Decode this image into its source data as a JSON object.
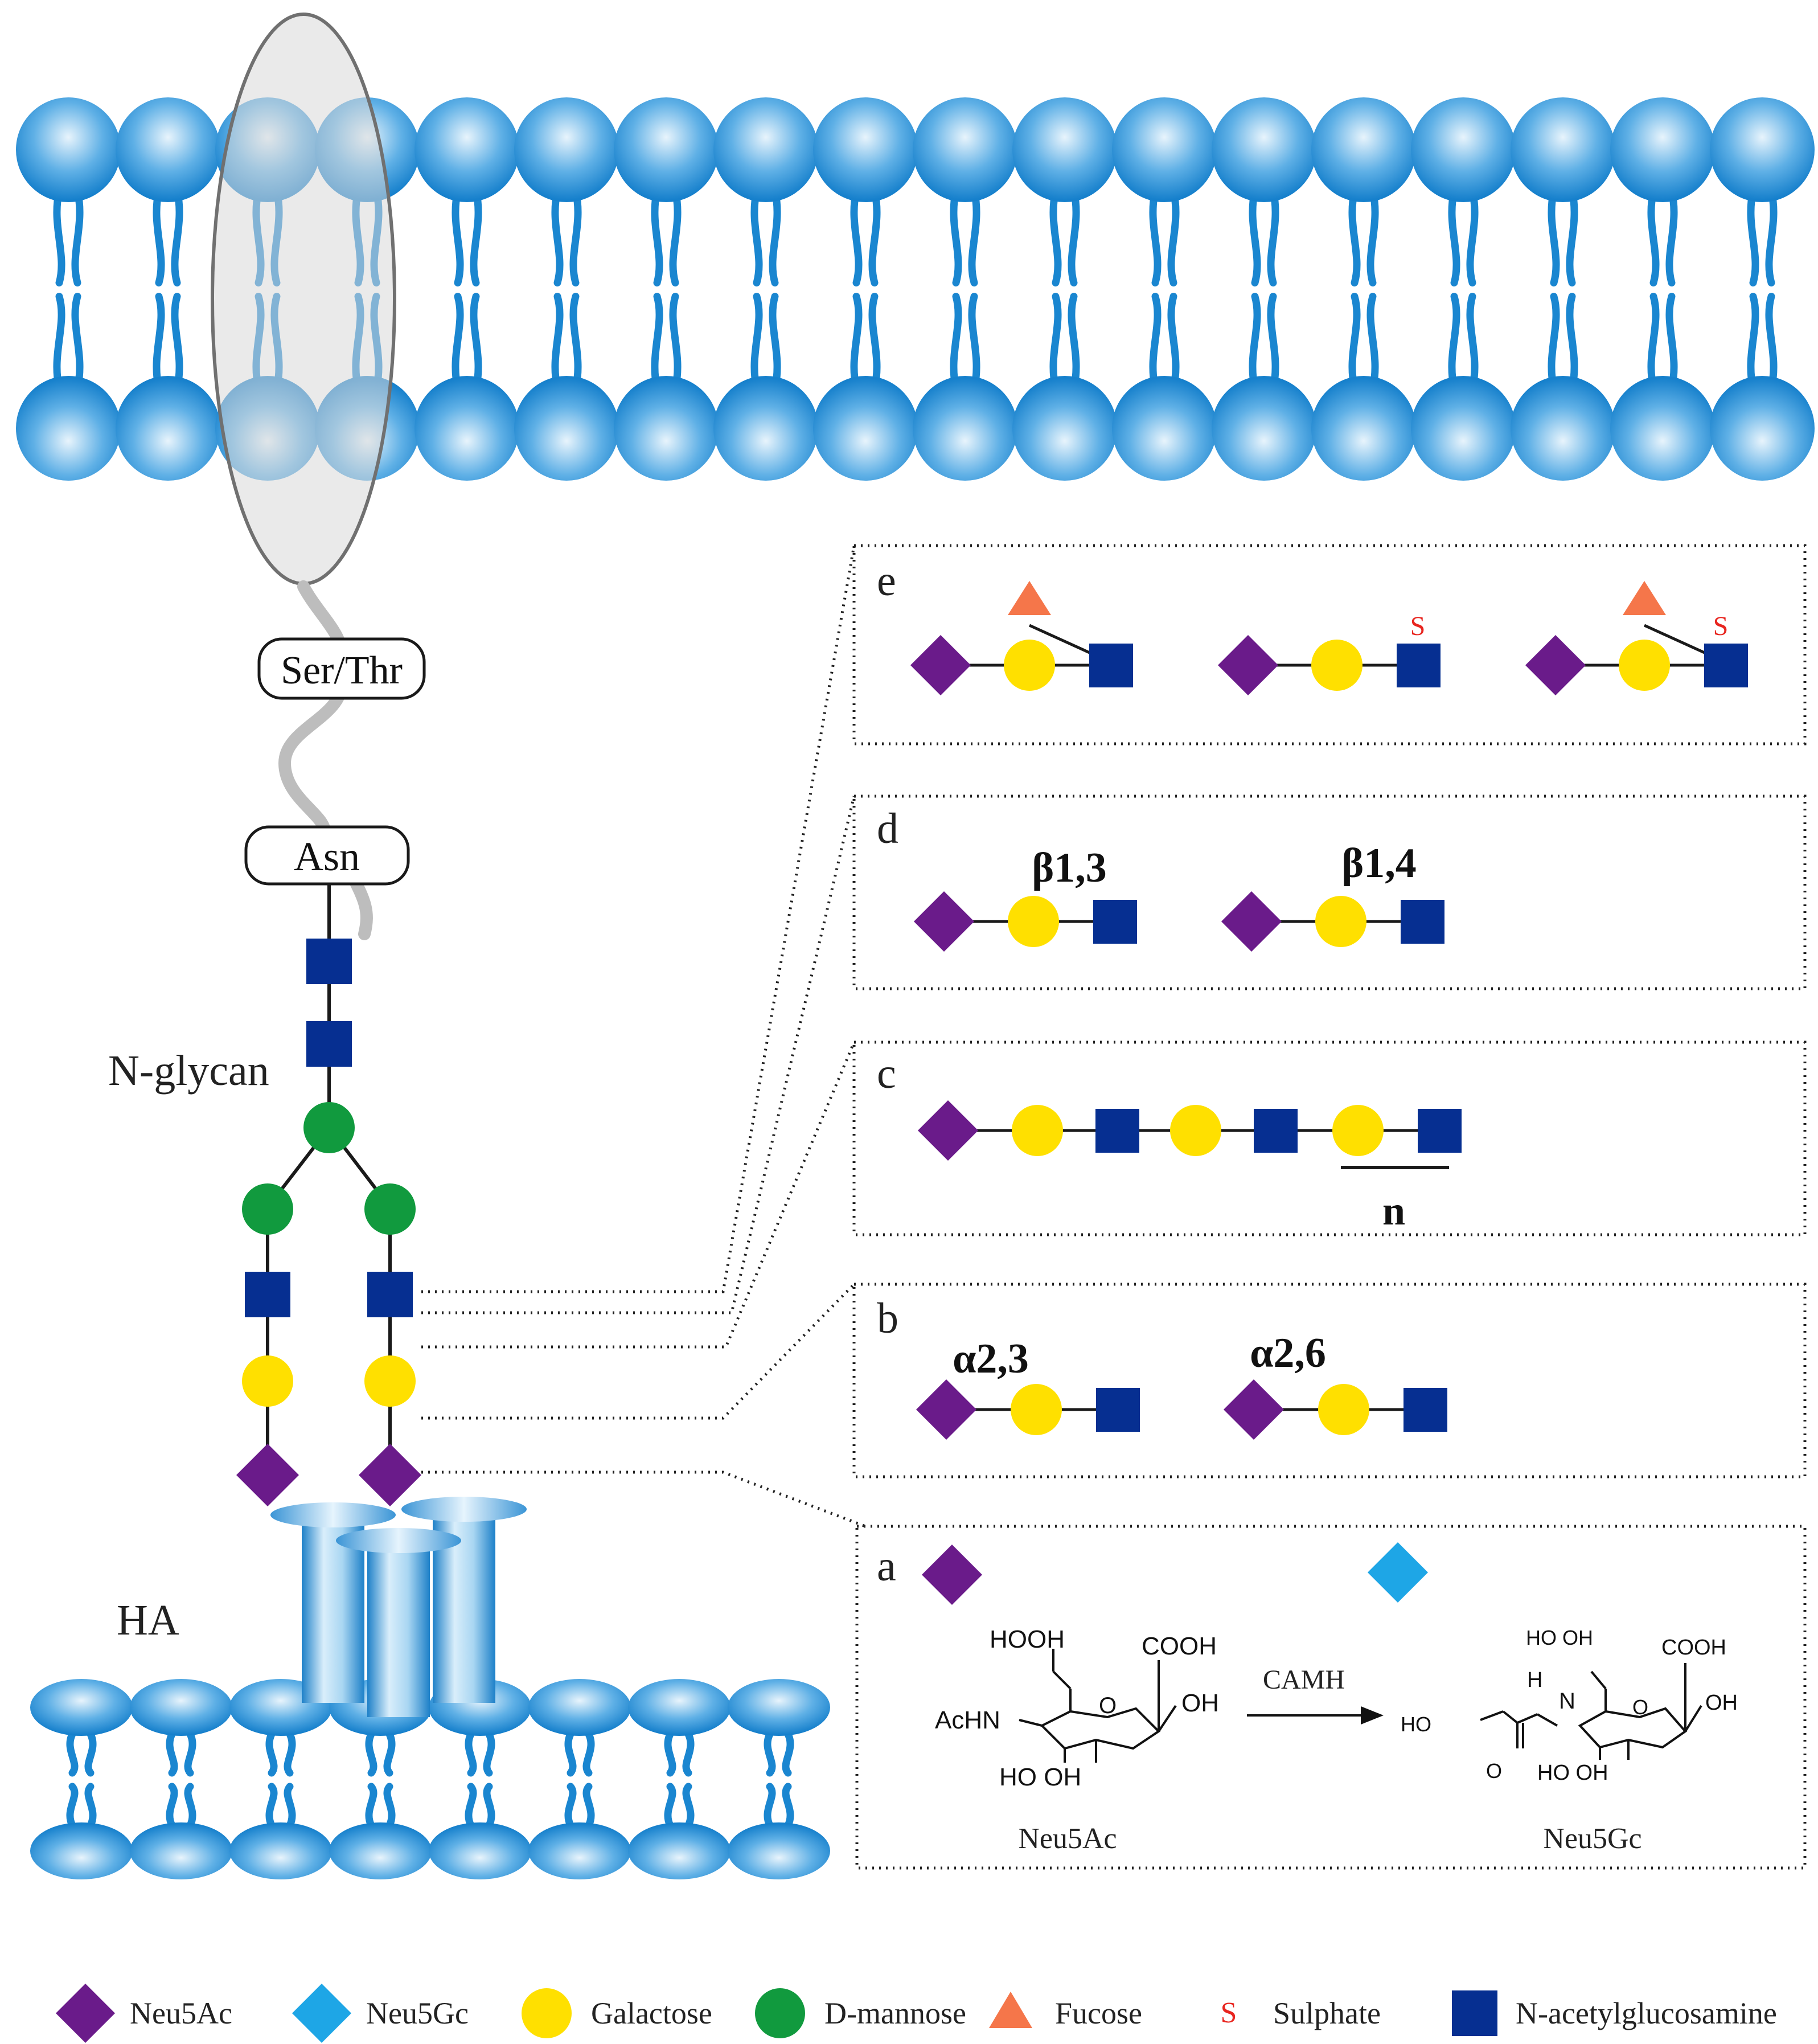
{
  "labels": {
    "ser_thr": "Ser/Thr",
    "asn": "Asn",
    "n_glycan": "N-glycan",
    "ha": "HA"
  },
  "panels": {
    "e": {
      "letter": "e",
      "sulphate_mark": "S"
    },
    "d": {
      "letter": "d",
      "linkage_1": "β1,3",
      "linkage_2": "β1,4"
    },
    "c": {
      "letter": "c",
      "repeat": "n"
    },
    "b": {
      "letter": "b",
      "linkage_1": "α2,3",
      "linkage_2": "α2,6"
    },
    "a": {
      "letter": "a",
      "left": {
        "name": "Neu5Ac",
        "hooh": "HOOH",
        "cooh": "COOH",
        "oh_right": "OH",
        "achn": "AcHN",
        "ring_o": "O",
        "ho_oh": "HO OH"
      },
      "enzyme": "CAMH",
      "right": {
        "name": "Neu5Gc",
        "ho_oh_top": "HO OH",
        "cooh": "COOH",
        "h": "H",
        "n": "N",
        "oh_right": "OH",
        "ho": "HO",
        "ho_oh_bottom": "HO OH",
        "o_carbonyl": "O",
        "ring_o": "O"
      }
    }
  },
  "legend": [
    {
      "shape": "diamond",
      "color": "#6a1b8a",
      "label": "Neu5Ac"
    },
    {
      "shape": "diamond",
      "color": "#1ea6e6",
      "label": "Neu5Gc"
    },
    {
      "shape": "circle",
      "color": "#ffe000",
      "label": "Galactose"
    },
    {
      "shape": "circle",
      "color": "#119a3e",
      "label": "D-mannose"
    },
    {
      "shape": "triangle",
      "color": "#f5764a",
      "label": "Fucose"
    },
    {
      "shape": "letter",
      "color": "#e8251f",
      "symbol": "S",
      "label": "Sulphate"
    },
    {
      "shape": "square",
      "color": "#062f91",
      "label": "N-acetylglucosamine"
    }
  ],
  "colors": {
    "neu5ac": "#6a1b8a",
    "neu5gc": "#1ea6e6",
    "galactose": "#ffe000",
    "mannose": "#119a3e",
    "fucose": "#f5764a",
    "sulphate": "#e8251f",
    "glcnac": "#062f91",
    "membrane": "#1a86d0"
  }
}
